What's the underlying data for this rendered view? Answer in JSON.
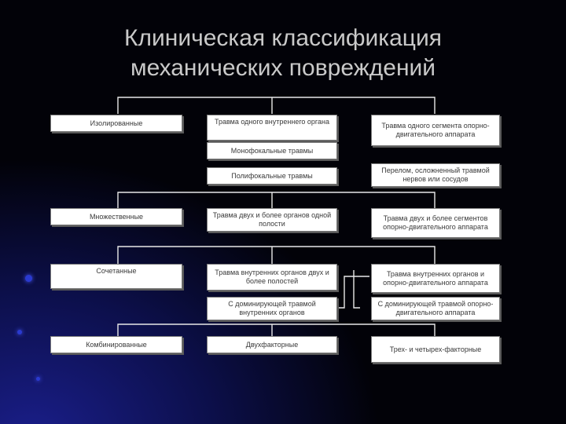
{
  "title": {
    "line1": "Клиническая классификация",
    "line2": "механических повреждений"
  },
  "col1": {
    "isolated": "Изолированные",
    "multiple": "Множественные",
    "combined": "Сочетанные",
    "combination": "Комбинированные"
  },
  "col2": {
    "one_organ": "Травма одного внутреннего органа",
    "monofocal": "Монофокальные травмы",
    "polyfocal": "Полифокальные травмы",
    "two_organs_one_cavity": "Травма двух и более органов одной полости",
    "internal_two_cavities": "Травма внутренних органов двух и более полостей",
    "dominant_internal": "С доминирующей травмой внутренних органов",
    "two_factor": "Двухфакторные"
  },
  "col3": {
    "one_segment": "Травма одного сегмента опорно-двигательного аппарата",
    "fracture_complicated": "Перелом, осложненный травмой нервов или сосудов",
    "two_segments": "Травма двух и более сегментов опорно-двигательного аппарата",
    "internal_and_musculoskeletal": "Травма внутренних органов и опорно-двигательного аппарата",
    "dominant_musculoskeletal": "С доминирующей травмой опорно-двигательного аппарата",
    "three_four_factor": "Трех- и четырех-факторные"
  },
  "colors": {
    "background": "#000000",
    "box_fill": "#ffffff",
    "connector": "#e8e8e8",
    "title_text": "#c9c9c9"
  }
}
